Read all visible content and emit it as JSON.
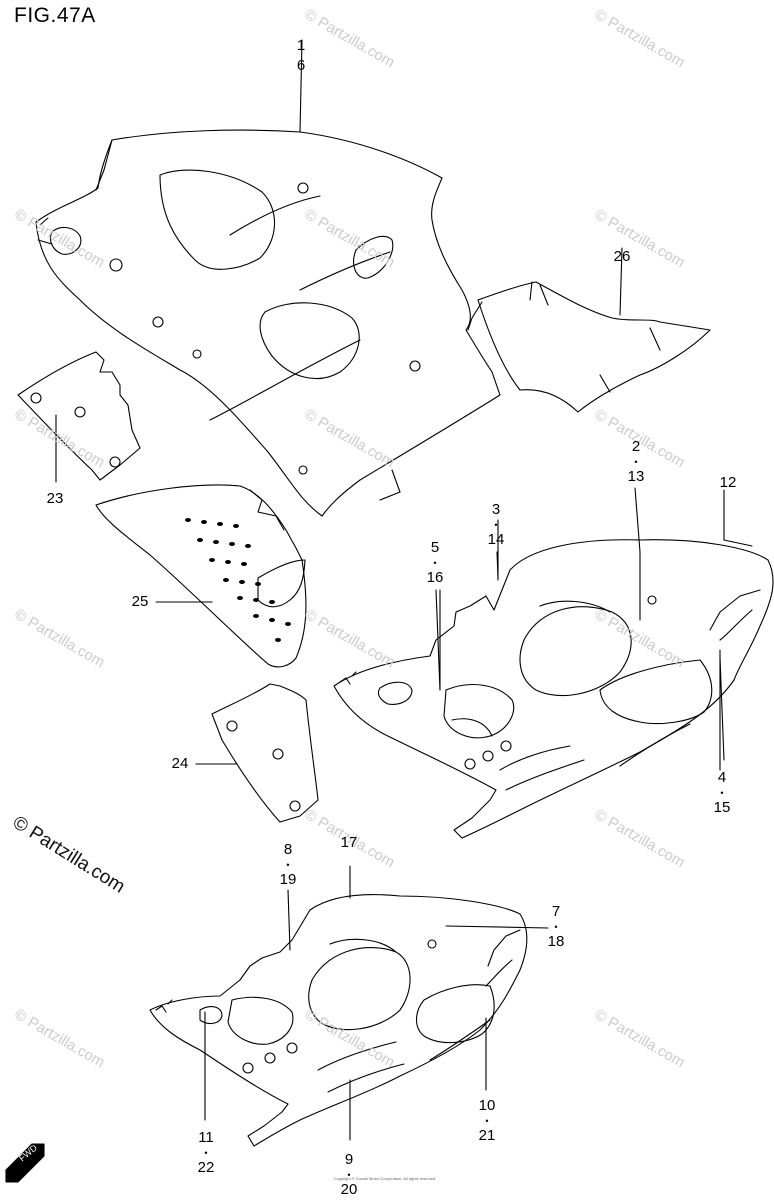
{
  "figure": {
    "title": "FIG.47A",
    "watermark": "© Partzilla.com",
    "corner_watermark": "© Partzilla.com",
    "fwd_label": "FWD",
    "fine_print": "Copyright © Suzuki Motor Corporation. All rights reserved."
  },
  "callouts": {
    "c1": {
      "top": "1",
      "bottom": "6"
    },
    "c2": {
      "top": "2",
      "bottom": "13"
    },
    "c3": {
      "top": "3",
      "bottom": "14"
    },
    "c5": {
      "top": "5",
      "bottom": "16"
    },
    "c4": {
      "top": "4",
      "bottom": "15"
    },
    "c8": {
      "top": "8",
      "bottom": "19"
    },
    "c7": {
      "top": "7",
      "bottom": "18"
    },
    "c10": {
      "top": "10",
      "bottom": "21"
    },
    "c11": {
      "top": "11",
      "bottom": "22"
    },
    "c9": {
      "top": "9",
      "bottom": "20"
    }
  },
  "labels": {
    "l12": "12",
    "l17": "17",
    "l23": "23",
    "l24": "24",
    "l25": "25",
    "l26": "26"
  },
  "colors": {
    "line": "#000000",
    "watermark": "#cccccc",
    "background": "#ffffff"
  }
}
